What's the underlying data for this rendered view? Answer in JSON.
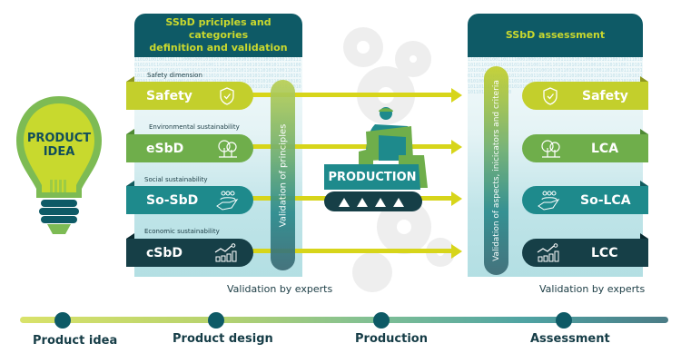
{
  "bulb": {
    "label_line1": "PRODUCT",
    "label_line2": "IDEA"
  },
  "left_panel": {
    "header_line1": "SSbD priciples and categories",
    "header_line2": "definition and validation",
    "validation_bar": "Validation of principles",
    "footer": "Validation by experts",
    "categories": [
      {
        "dimension": "Safety dimension",
        "label": "Safety",
        "icon": "shield-check-icon",
        "color": "#c3cf2c"
      },
      {
        "dimension": "Environmental sustainability",
        "label": "eSbD",
        "icon": "trees-icon",
        "color": "#6fae4b"
      },
      {
        "dimension": "Social sustainability",
        "label": "So-SbD",
        "icon": "hand-people-icon",
        "color": "#1e8a8c"
      },
      {
        "dimension": "Economic sustainability",
        "label": "cSbD",
        "icon": "growth-chart-icon",
        "color": "#163f47"
      }
    ]
  },
  "production": {
    "label": "PRODUCTION"
  },
  "right_panel": {
    "header": "SSbD assessment",
    "validation_bar": "Validation of aspects, inicicators and criteria",
    "footer": "Validation by experts",
    "assessments": [
      {
        "label": "Safety",
        "icon": "shield-check-icon",
        "color": "#c3cf2c"
      },
      {
        "label": "LCA",
        "icon": "trees-icon",
        "color": "#6fae4b"
      },
      {
        "label": "So-LCA",
        "icon": "hand-people-icon",
        "color": "#1e8a8c"
      },
      {
        "label": "LCC",
        "icon": "growth-chart-icon",
        "color": "#163f47"
      }
    ]
  },
  "timeline": {
    "stages": [
      "Product idea",
      "Product design",
      "Production",
      "Assessment"
    ]
  },
  "binary_text": "1101010010011011110001000101010110111101011000110101100110111010101011010010101010101101001110110101101010101001011101010011010110101010101100101010111010100101101101011010101001101101011101010110110101001011011010101101010110101101001010110101101011101011010100101101010110101010110101101010101101011010101101011010101010110101101010101010101101010110101101010110101010110101010101101011010101101010"
}
